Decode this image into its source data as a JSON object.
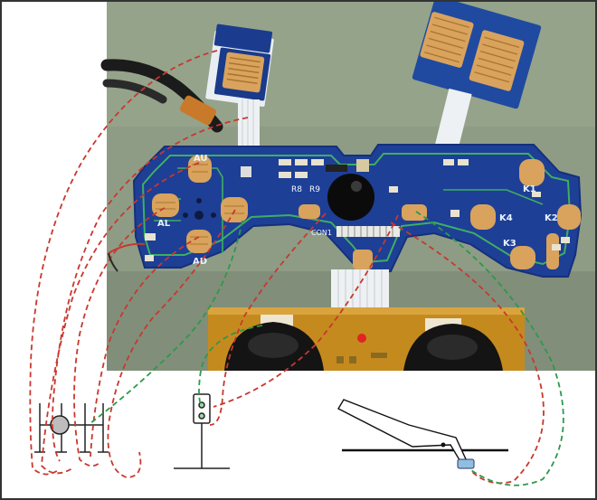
{
  "pcb_labels": {
    "au": "AU",
    "al": "AL",
    "ad": "AD",
    "k1": "K1",
    "k2": "K2",
    "k3": "K3",
    "k4": "K4",
    "r8": "R8",
    "r9": "R9",
    "con1": "CON1"
  },
  "colors": {
    "board_blue": "#1e3f96",
    "trace_green": "#3fae62",
    "pad_gold": "#d9a35d",
    "wire_red": "#c8382e",
    "wire_green": "#2a9a4a",
    "chip_amber": "#c58a1e",
    "photo_bg": "#8b9a80"
  }
}
